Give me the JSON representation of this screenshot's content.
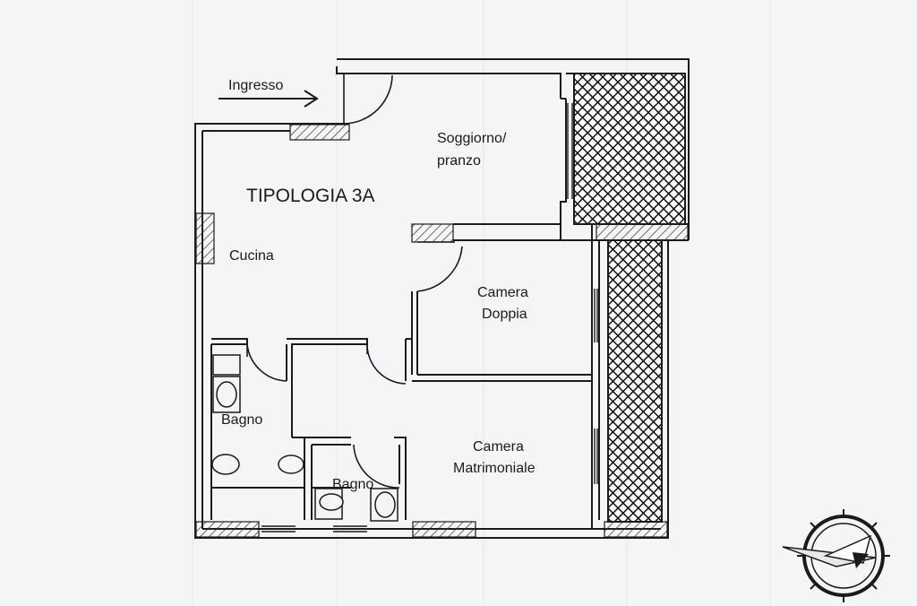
{
  "plan": {
    "title": "TIPOLOGIA 3A",
    "entrance": "Ingresso",
    "rooms": {
      "soggiorno_line1": "Soggiorno/",
      "soggiorno_line2": "pranzo",
      "cucina": "Cucina",
      "camera_doppia_line1": "Camera",
      "camera_doppia_line2": "Doppia",
      "camera_matrimoniale_line1": "Camera",
      "camera_matrimoniale_line2": "Matrimoniale",
      "bagno_1": "Bagno",
      "bagno_2": "Bagno"
    }
  },
  "compass": {
    "icon": "compass-rose-icon"
  },
  "colors": {
    "line": "#1b1b1b",
    "paper": "#f3f5f7",
    "hatch": "#1b1b1b"
  }
}
